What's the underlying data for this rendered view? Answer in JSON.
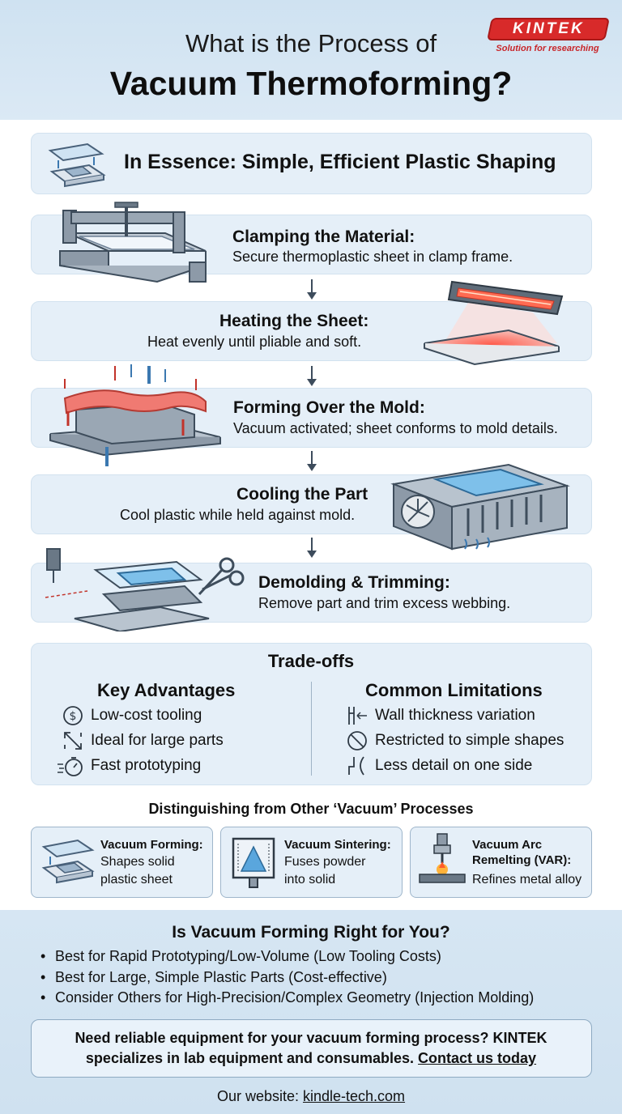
{
  "header": {
    "title_line1": "What is the Process of",
    "title_line2": "Vacuum Thermoforming?",
    "logo_text": "KINTEK",
    "logo_tagline": "Solution for researching"
  },
  "essence": {
    "text": "In Essence: Simple, Efficient Plastic Shaping"
  },
  "steps": [
    {
      "title": "Clamping the Material:",
      "desc": "Secure thermoplastic sheet in clamp frame."
    },
    {
      "title": "Heating the Sheet:",
      "desc": "Heat evenly until pliable and soft."
    },
    {
      "title": "Forming Over the Mold:",
      "desc": "Vacuum activated; sheet conforms to mold details."
    },
    {
      "title": "Cooling the Part",
      "desc": "Cool plastic while held against mold."
    },
    {
      "title": "Demolding & Trimming:",
      "desc": "Remove part and trim excess webbing."
    }
  ],
  "tradeoffs": {
    "title": "Trade-offs",
    "advantages_title": "Key Advantages",
    "advantages": [
      "Low-cost tooling",
      "Ideal for large parts",
      "Fast prototyping"
    ],
    "limitations_title": "Common Limitations",
    "limitations": [
      "Wall thickness variation",
      "Restricted to simple shapes",
      "Less detail on one side"
    ]
  },
  "distinguishing": {
    "title": "Distinguishing from Other ‘Vacuum’ Processes",
    "items": [
      {
        "title": "Vacuum Forming:",
        "desc_line1": "Shapes solid",
        "desc_line2": "plastic sheet"
      },
      {
        "title": "Vacuum Sintering:",
        "desc_line1": "Fuses powder",
        "desc_line2": "into solid"
      },
      {
        "title_line1": "Vacuum Arc",
        "title_line2": "Remelting (VAR):",
        "desc_line1": "Refines metal alloy"
      }
    ]
  },
  "fit": {
    "title": "Is Vacuum Forming Right for You?",
    "bullets": [
      "Best for Rapid Prototyping/Low-Volume (Low Tooling Costs)",
      "Best for Large, Simple Plastic Parts (Cost-effective)",
      "Consider Others for High-Precision/Complex Geometry (Injection Molding)"
    ]
  },
  "cta": {
    "line1": "Need reliable equipment for your vacuum forming process? KINTEK",
    "line2_prefix": "specializes in lab equipment and consumables. ",
    "link": "Contact us today"
  },
  "footer": {
    "prefix": "Our website: ",
    "link": "kindle-tech.com"
  },
  "colors": {
    "accent_red": "#d82a2a",
    "panel_blue": "#e5eff8",
    "header_blue": "#cfe2f1"
  }
}
